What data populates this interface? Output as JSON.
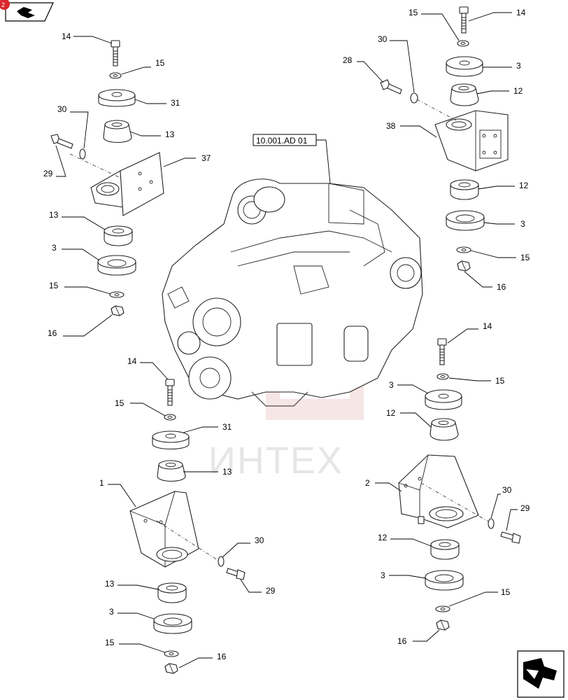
{
  "watermark": "ИНТЕХ",
  "reference": "10.001.AD 01",
  "callouts": {
    "tr_15": "15",
    "tr_14": "14",
    "tr_30": "30",
    "tr_28": "28",
    "tr_3a": "3",
    "tr_12a": "12",
    "tr_38": "38",
    "tr_12b": "12",
    "tr_3b": "3",
    "tr_15b": "15",
    "tr_16": "16",
    "tl_14": "14",
    "tl_15": "15",
    "tl_31": "31",
    "tl_30": "30",
    "tl_13a": "13",
    "tl_29": "29",
    "tl_37": "37",
    "tl_13b": "13",
    "tl_3": "3",
    "tl_15b": "15",
    "tl_16": "16",
    "ml_14": "14",
    "ml_15": "15",
    "ml_31": "31",
    "ml_13": "13",
    "bl_1": "1",
    "bl_30": "30",
    "bl_29": "29",
    "bl_13": "13",
    "bl_3": "3",
    "bl_15": "15",
    "bl_16": "16",
    "mr_14": "14",
    "mr_15": "15",
    "mr_3": "3",
    "mr_12": "12",
    "br_2": "2",
    "br_30": "30",
    "br_29": "29",
    "br_12": "12",
    "br_3": "3",
    "br_15": "15",
    "br_16": "16"
  },
  "colors": {
    "logo": "#e8b8b8",
    "badge": "#d9262c",
    "watermark": "#e6e6e6"
  },
  "icons": {
    "top_left": "catalog-nav-icon",
    "bottom_right": "next-page-arrow-icon"
  }
}
